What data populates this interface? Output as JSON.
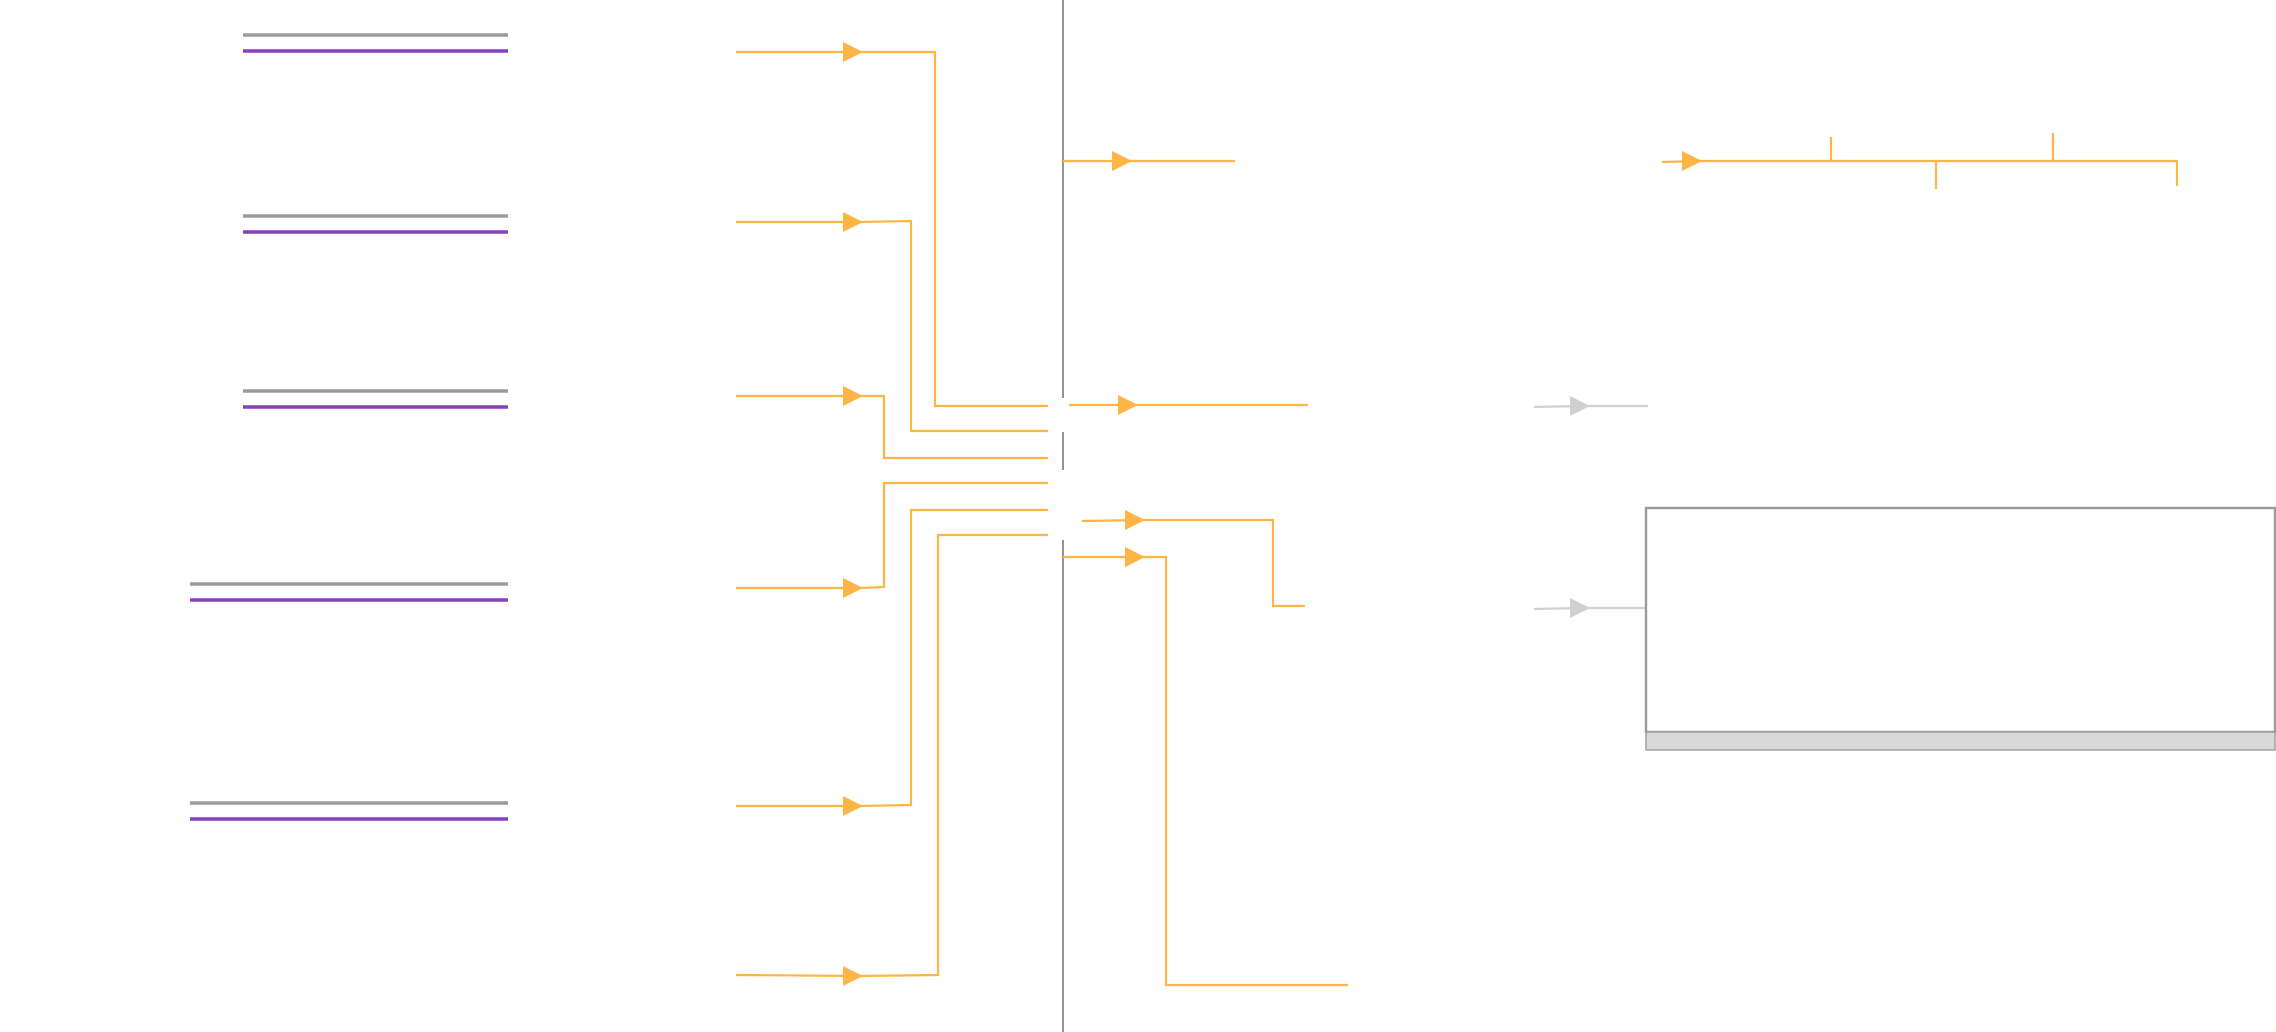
{
  "colors": {
    "wire": "#ffb546",
    "wire_inactive": "#d0d0d0",
    "line_gray": "#9b9b9b",
    "line_purple": "#8a3fbf",
    "divider": "#7a7a7a",
    "panel_border": "#9b9b9b",
    "panel_footer": "#d9d9d9"
  },
  "diagram": {
    "left_line_pairs": 5,
    "input_arrows": 6,
    "output_arrows": 5,
    "inactive_arrows": 2,
    "panel": {
      "has_footer": true
    }
  }
}
